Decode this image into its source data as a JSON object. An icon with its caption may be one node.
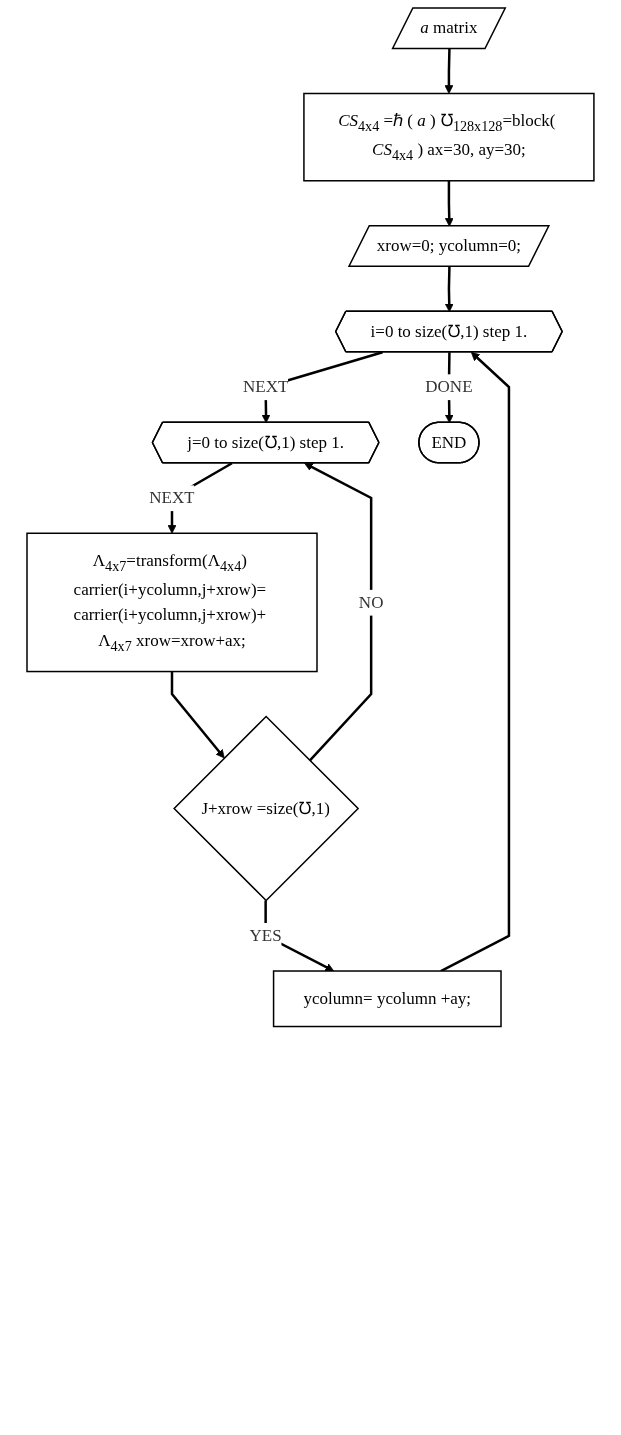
{
  "diagram": {
    "nodes": [
      {
        "text": [
          "*a* matrix"
        ]
      },
      {
        "text": [
          "*CS*$_{4x4}$ =ℏ ( *a* ) ℧$_{128x128}$=block( *CS*$_{4x4}$ ) ax=30, ay=30;"
        ]
      },
      {
        "text": [
          "xrow=0; ycolumn=0;"
        ]
      },
      {
        "text": [
          "i=0 to size(℧,1) step 1."
        ]
      },
      {
        "text": [
          "j=0 to size(℧,1) step 1."
        ]
      },
      {
        "text": [
          "Λ$_{4x7}$=transform(Λ$_{4x4}$) carrier(i+ycolumn,j+xrow)= carrier(i+ycolumn,j+xrow)+ Λ$_{4x7}$ xrow=xrow+ax;"
        ]
      },
      {
        "text": [
          "J+xrow =size(℧,1)"
        ]
      },
      {
        "text": [
          "ycolumn= ycolumn +ay;"
        ]
      },
      {
        "text": [
          "END"
        ]
      }
    ],
    "edges": [
      {
        "from": 0,
        "to": 1,
        "arrow": "to"
      },
      {
        "from": 1,
        "to": 2,
        "arrow": "to"
      },
      {
        "from": 2,
        "to": 3,
        "arrow": "to"
      },
      {
        "from": 3,
        "to": 4,
        "arrow": "to",
        "label": "NEXT"
      },
      {
        "from": 3,
        "to": 8,
        "arrow": "to",
        "label": "DONE"
      },
      {
        "from": 4,
        "to": 5,
        "arrow": "to",
        "label": "NEXT"
      },
      {
        "from": 5,
        "to": 6,
        "arrow": "to"
      },
      {
        "from": 6,
        "to": 4,
        "arrow": "to",
        "label": "NO"
      },
      {
        "from": 6,
        "to": 7,
        "arrow": "to",
        "label": "YES"
      },
      {
        "from": 7,
        "to": 3,
        "arrow": "to"
      }
    ]
  }
}
